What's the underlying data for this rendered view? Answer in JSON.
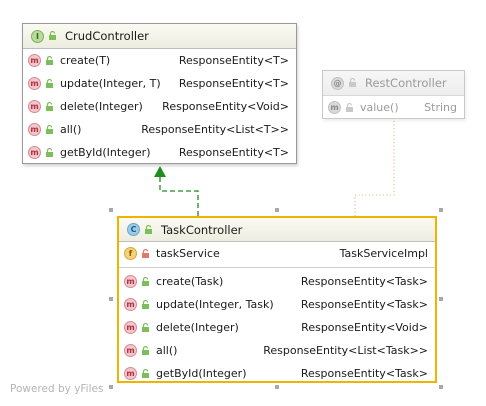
{
  "crud": {
    "badge": "I",
    "title": "CrudController",
    "methods": [
      {
        "badge": "m",
        "name": "create(T)",
        "type": "ResponseEntity<T>"
      },
      {
        "badge": "m",
        "name": "update(Integer, T)",
        "type": "ResponseEntity<T>"
      },
      {
        "badge": "m",
        "name": "delete(Integer)",
        "type": "ResponseEntity<Void>"
      },
      {
        "badge": "m",
        "name": "all()",
        "type": "ResponseEntity<List<T>>"
      },
      {
        "badge": "m",
        "name": "getById(Integer)",
        "type": "ResponseEntity<T>"
      }
    ]
  },
  "rest": {
    "badge": "@",
    "title": "RestController",
    "methods": [
      {
        "badge": "m",
        "name": "value()",
        "type": "String"
      }
    ]
  },
  "task": {
    "badge": "C",
    "title": "TaskController",
    "fields": [
      {
        "badge": "f",
        "name": "taskService",
        "type": "TaskServiceImpl"
      }
    ],
    "methods": [
      {
        "badge": "m",
        "name": "create(Task)",
        "type": "ResponseEntity<Task>"
      },
      {
        "badge": "m",
        "name": "update(Integer, Task)",
        "type": "ResponseEntity<Task>"
      },
      {
        "badge": "m",
        "name": "delete(Integer)",
        "type": "ResponseEntity<Void>"
      },
      {
        "badge": "m",
        "name": "all()",
        "type": "ResponseEntity<List<Task>>"
      },
      {
        "badge": "m",
        "name": "getById(Integer)",
        "type": "ResponseEntity<Task>"
      }
    ]
  },
  "watermark": "Powered by yFiles",
  "colors": {
    "implements_edge": "#1e8c1e",
    "annotation_edge": "#e8b070",
    "selection": "#f0b400"
  }
}
